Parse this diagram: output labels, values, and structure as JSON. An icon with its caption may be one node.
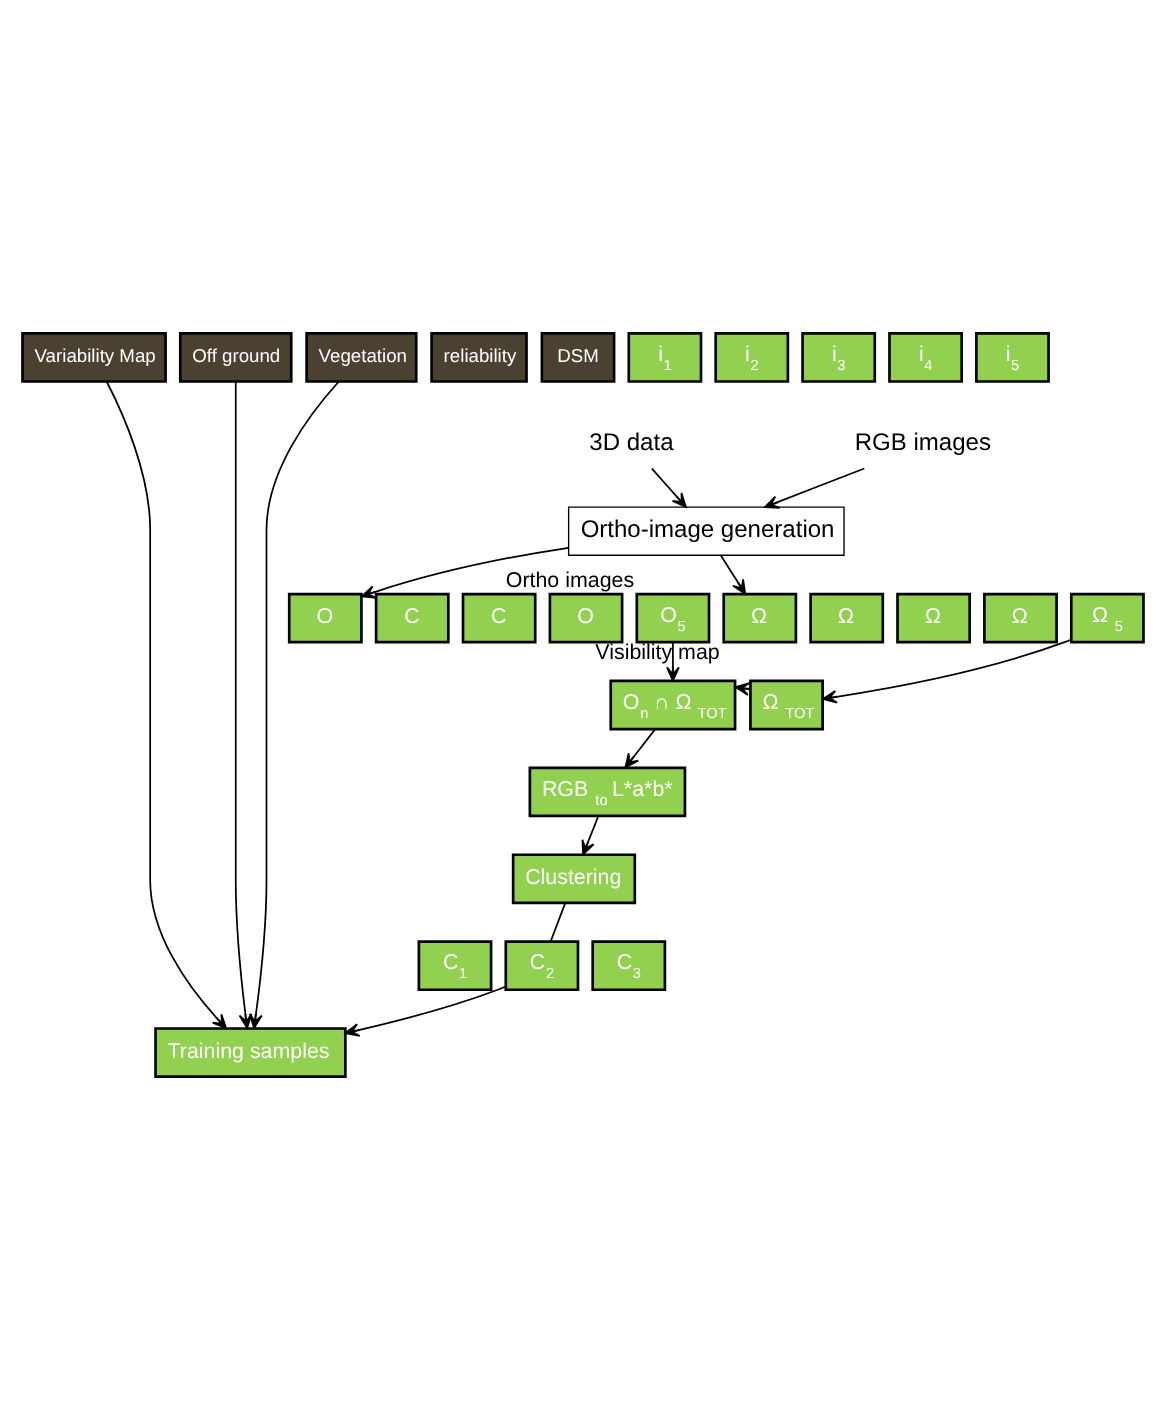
{
  "diagram": {
    "nodes": [
      {
        "text": [
          "Variability Map"
        ]
      },
      {
        "text": [
          "Off ground"
        ]
      },
      {
        "text": [
          "Vegetation"
        ]
      },
      {
        "text": [
          "reliability"
        ]
      },
      {
        "text": [
          "DSM"
        ]
      },
      {
        "text": [
          "3D data"
        ]
      },
      {
        "text": [
          "i$_{1}$"
        ]
      },
      {
        "text": [
          "i$_{2}$"
        ]
      },
      {
        "text": [
          "i$_{3}$"
        ]
      },
      {
        "text": [
          "i$_{4}$"
        ]
      },
      {
        "text": [
          "i$_{5}$"
        ]
      },
      {
        "text": [
          "RGB images"
        ]
      },
      {
        "text": [
          "Ortho-image generation"
        ]
      },
      {
        "text": [
          "O"
        ]
      },
      {
        "text": [
          "C"
        ]
      },
      {
        "text": [
          "C"
        ]
      },
      {
        "text": [
          "O"
        ]
      },
      {
        "text": [
          "O$_{5}$"
        ],
        "beside": [
          "Ortho images"
        ]
      },
      {
        "text": [
          "Ω"
        ],
        "beside": [
          "Visibility map"
        ]
      },
      {
        "text": [
          "Ω"
        ]
      },
      {
        "text": [
          "Ω"
        ]
      },
      {
        "text": [
          "Ω"
        ]
      },
      {
        "text": [
          "Ω $_{5}$"
        ]
      },
      {
        "text": [
          "O$_{n}$ ∩ Ω $_{TOT}$"
        ]
      },
      {
        "text": [
          "Ω $_{TOT}$"
        ]
      },
      {
        "text": [
          "RGB $_{to}$ L*a*b*"
        ]
      },
      {
        "text": [
          "Clustering"
        ]
      },
      {
        "text": [
          "C$_{1}$"
        ]
      },
      {
        "text": [
          "C$_{2}$"
        ]
      },
      {
        "text": [
          "C$_{3}$"
        ]
      },
      {
        "text": [
          "Training samples"
        ]
      }
    ],
    "edges": [
      {
        "from": 0,
        "to": 30,
        "arrow": "to"
      },
      {
        "from": 1,
        "to": 30,
        "arrow": "to"
      },
      {
        "from": 2,
        "to": 30,
        "arrow": "to"
      },
      {
        "from": 5,
        "to": 12,
        "arrow": "to"
      },
      {
        "from": 11,
        "to": 12,
        "arrow": "to"
      },
      {
        "from": 12,
        "to": 13,
        "arrow": "to"
      },
      {
        "from": 12,
        "to": 18,
        "arrow": "to"
      },
      {
        "from": 17,
        "to": 23,
        "arrow": "to"
      },
      {
        "from": 22,
        "to": 24,
        "arrow": "to"
      },
      {
        "from": 24,
        "to": 23,
        "arrow": "to"
      },
      {
        "from": 23,
        "to": 25,
        "arrow": "to"
      },
      {
        "from": 25,
        "to": 26,
        "arrow": "to"
      },
      {
        "from": 26,
        "to": 28,
        "arrow": "none"
      },
      {
        "from": 28,
        "to": 30,
        "arrow": "to"
      }
    ]
  }
}
